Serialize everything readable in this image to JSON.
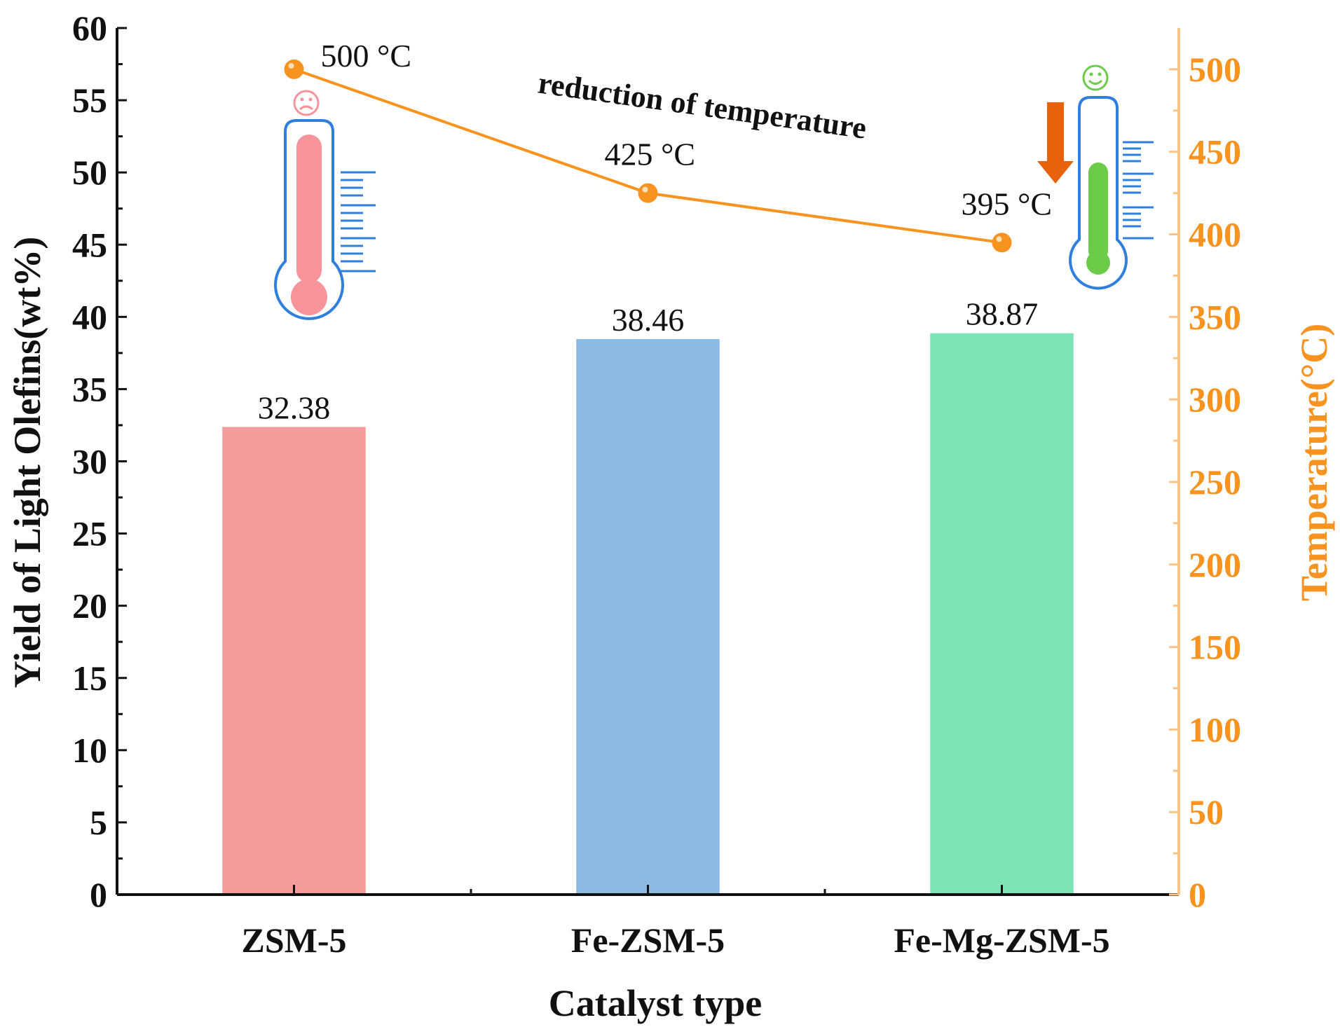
{
  "chart_data": {
    "type": "bar",
    "categories": [
      "ZSM-5",
      "Fe-ZSM-5",
      "Fe-Mg-ZSM-5"
    ],
    "xlabel": "Catalyst type",
    "ylabel": "Yield of Light Olefins(wt%)",
    "ylim": [
      0,
      60
    ],
    "yticks": [
      "0",
      "5",
      "10",
      "15",
      "20",
      "25",
      "30",
      "35",
      "40",
      "45",
      "50",
      "55",
      "60"
    ],
    "grid": false,
    "series": [
      {
        "type": "bar",
        "axis": "left",
        "values": [
          32.38,
          38.46,
          38.87
        ],
        "value_labels": [
          "32.38",
          "38.46",
          "38.87"
        ],
        "colors": [
          "#f29d9b",
          "#8dbae0",
          "#7fe3b8"
        ]
      },
      {
        "type": "line",
        "axis": "right",
        "values": [
          500,
          425,
          395
        ],
        "value_labels": [
          "500 °C",
          "425 °C",
          "395 °C"
        ],
        "color": "#f7931e"
      }
    ],
    "y2label": "Temperature(°C)",
    "y2lim": [
      0,
      525
    ],
    "y2ticks": [
      "0",
      "50",
      "100",
      "150",
      "200",
      "250",
      "300",
      "350",
      "400",
      "450",
      "500"
    ],
    "y2_color": "#f7931e",
    "annotations": [
      "reduction of temperature"
    ]
  },
  "icons": [
    "thermometer-hot-icon",
    "sad-face-icon",
    "thermometer-cool-icon",
    "happy-face-icon",
    "down-arrow-icon"
  ],
  "colors": {
    "hot_thermo_fill": "#f7939a",
    "cool_thermo_fill": "#6ccc4a",
    "thermo_outline": "#2f7fdc",
    "arrow": "#e8620c"
  }
}
